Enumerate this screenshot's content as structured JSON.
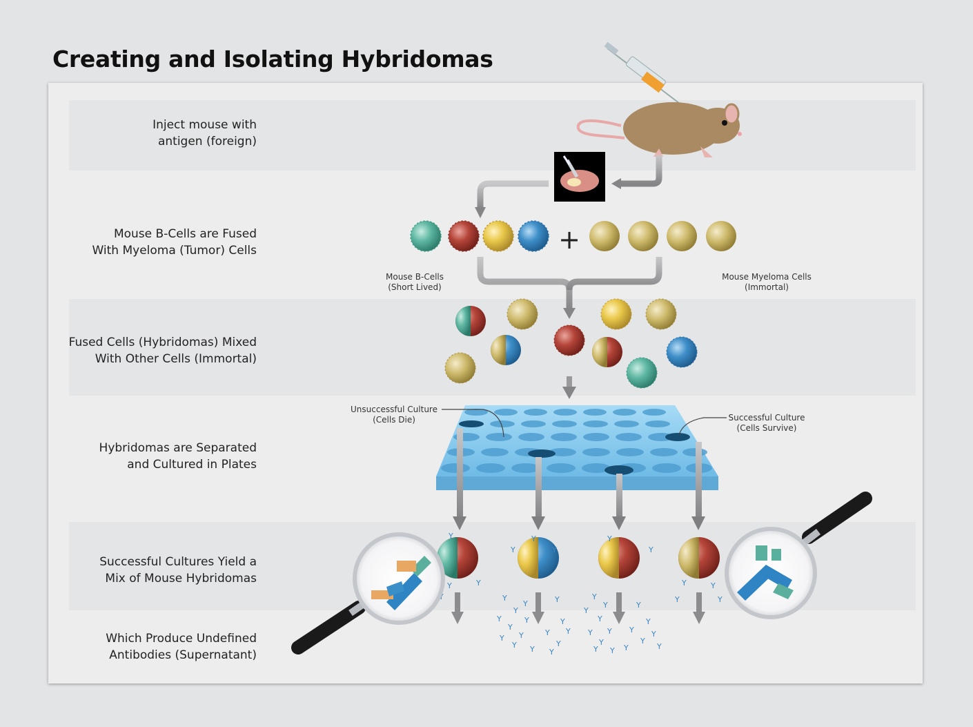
{
  "title": "Creating and Isolating Hybridomas",
  "steps": [
    {
      "line1": "Inject mouse with",
      "line2": "antigen (foreign)"
    },
    {
      "line1": "Mouse B-Cells are Fused",
      "line2": "With Myeloma (Tumor) Cells"
    },
    {
      "line1": "Fused Cells (Hybridomas) Mixed",
      "line2": "With Other Cells (Immortal)"
    },
    {
      "line1": "Hybridomas are Separated",
      "line2": "and Cultured in Plates"
    },
    {
      "line1": "Successful Cultures Yield a",
      "line2": "Mix of Mouse Hybridomas"
    },
    {
      "line1": "Which Produce Undefined",
      "line2": "Antibodies (Supernatant)"
    }
  ],
  "captions": {
    "bcells_1": "Mouse B-Cells",
    "bcells_2": "(Short Lived)",
    "myeloma_1": "Mouse Myeloma Cells",
    "myeloma_2": "(Immortal)",
    "unsuccessful_1": "Unsuccessful Culture",
    "unsuccessful_2": "(Cells Die)",
    "successful_1": "Successful Culture",
    "successful_2": "(Cells Survive)",
    "plus": "+"
  },
  "colors": {
    "bcell_teal": "#5fb8a3",
    "bcell_red": "#b5453a",
    "bcell_yellow": "#e9c84a",
    "bcell_blue": "#3f8fc9",
    "myeloma": "#cdb96a",
    "plate": "#8fcff0",
    "arrow": "#9a9a9c"
  }
}
